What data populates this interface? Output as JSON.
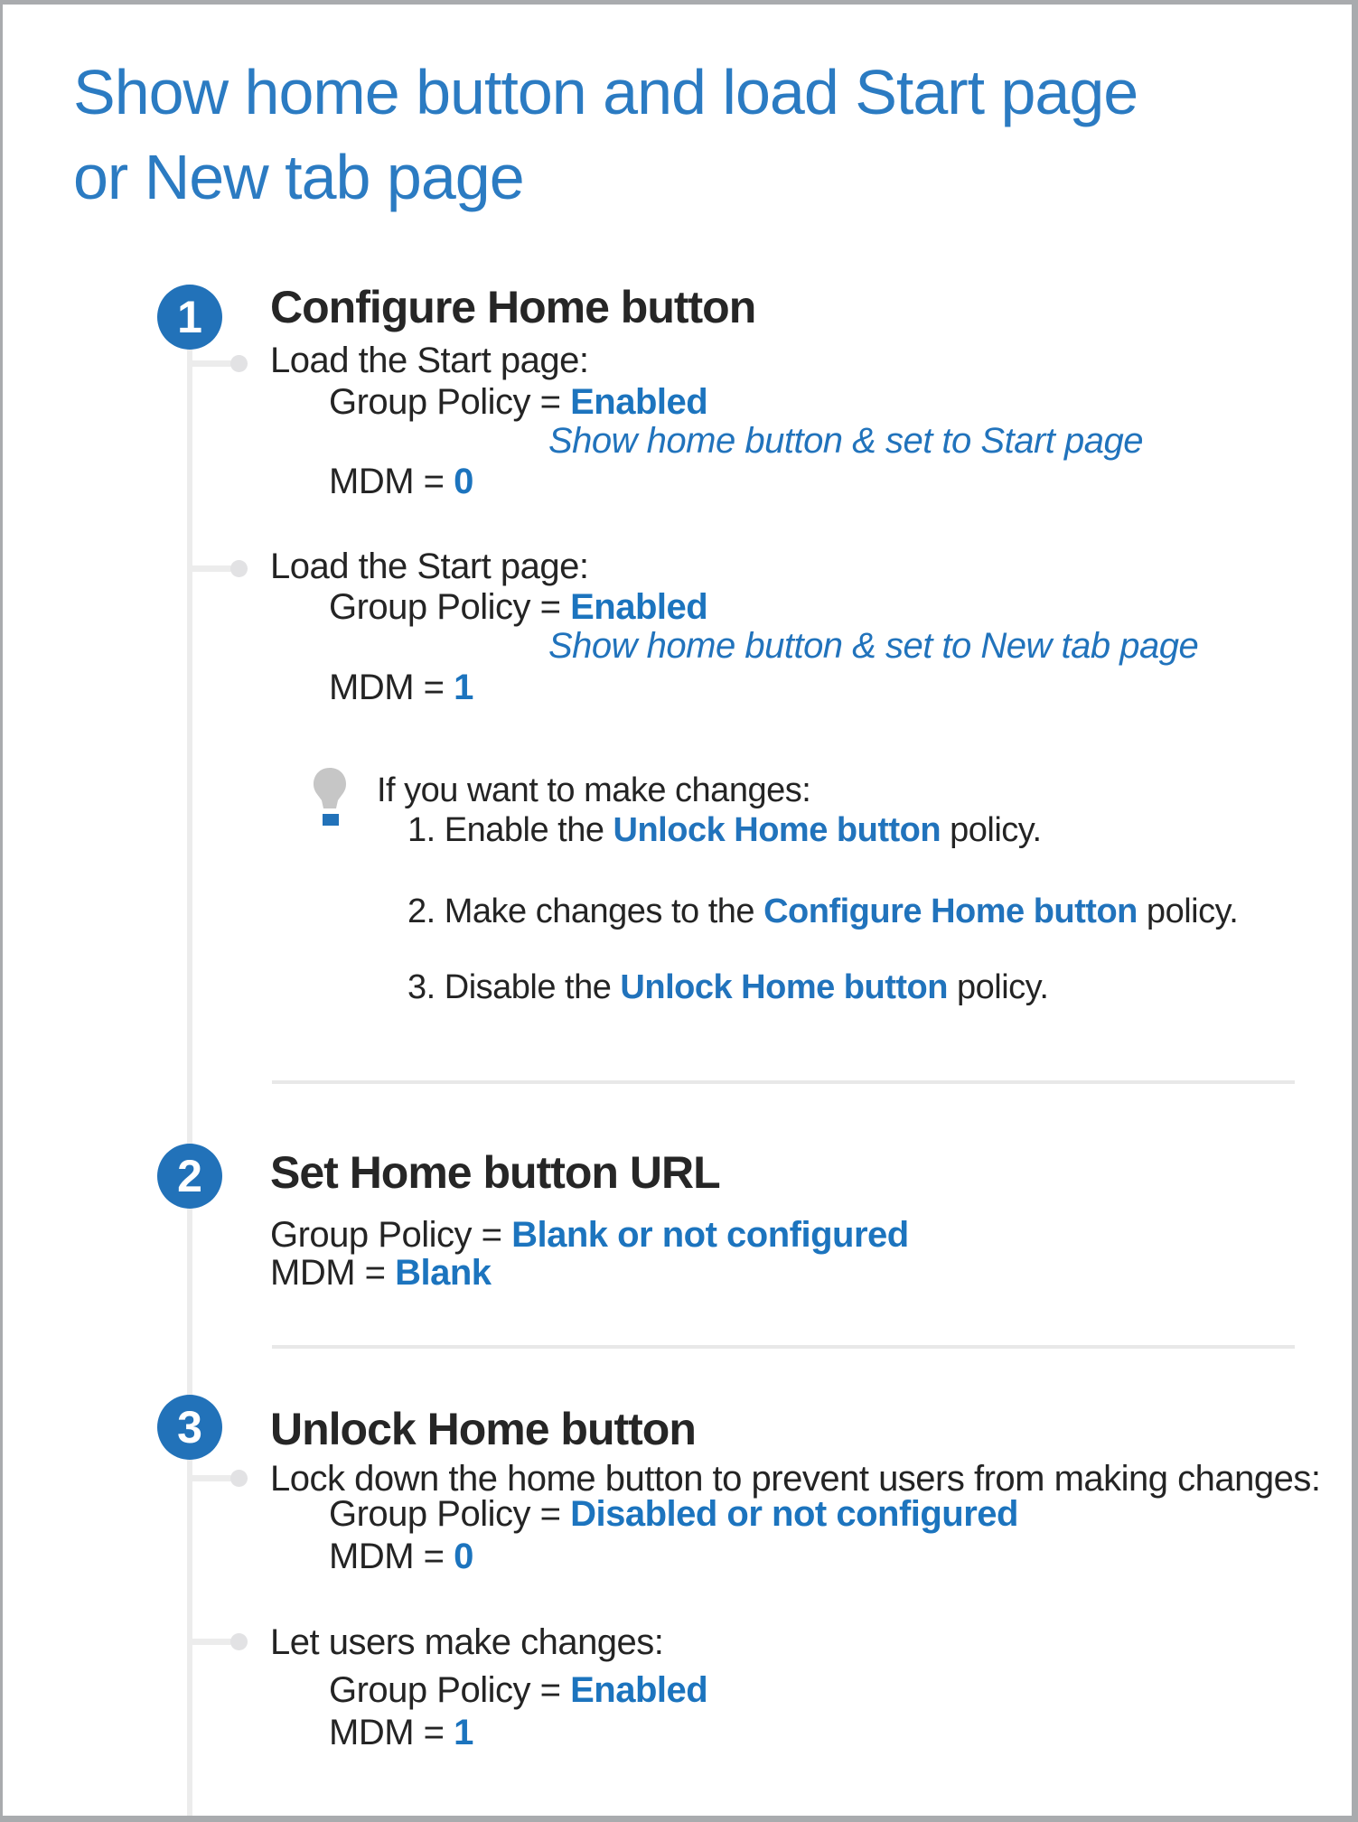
{
  "title": {
    "line1": "Show home button and load Start page",
    "line2": "or New tab page"
  },
  "colors": {
    "accent_blue": "#2272B9",
    "value_blue": "#1C74BE",
    "title_blue": "#2B7BC2",
    "text_dark": "#242424",
    "connector_gray": "#ECECEC",
    "divider_gray": "#E8E8E8",
    "bulb_gray": "#C6C6C6",
    "frame_gray": "#A9ABAE"
  },
  "steps": [
    {
      "number": "1",
      "heading": "Configure Home button",
      "bullets": [
        {
          "label": "Load the Start page:",
          "group_policy_label": "Group Policy = ",
          "group_policy_value": "Enabled",
          "note": "Show home button & set to Start page",
          "mdm_label": "MDM = ",
          "mdm_value": "0"
        },
        {
          "label": "Load the Start page:",
          "group_policy_label": "Group Policy = ",
          "group_policy_value": "Enabled",
          "note": "Show home button & set to New tab page",
          "mdm_label": "MDM = ",
          "mdm_value": "1"
        }
      ],
      "tip": {
        "icon": "lightbulb-icon",
        "intro": "If you want to make changes:",
        "items": [
          {
            "prefix": "1. Enable the ",
            "policy": "Unlock Home button",
            "suffix": " policy."
          },
          {
            "prefix": "2. Make changes to the ",
            "policy": "Configure Home button",
            "suffix": " policy."
          },
          {
            "prefix": "3. Disable the ",
            "policy": "Unlock Home button",
            "suffix": " policy."
          }
        ]
      }
    },
    {
      "number": "2",
      "heading": "Set Home button URL",
      "group_policy_label": "Group Policy = ",
      "group_policy_value": "Blank or not configured",
      "mdm_label": "MDM = ",
      "mdm_value": "Blank"
    },
    {
      "number": "3",
      "heading": "Unlock Home button",
      "bullets": [
        {
          "label": "Lock down the home button to prevent users from making changes:",
          "group_policy_label": "Group Policy = ",
          "group_policy_value": "Disabled or not configured",
          "mdm_label": "MDM = ",
          "mdm_value": "0"
        },
        {
          "label": "Let users make changes:",
          "group_policy_label": "Group Policy = ",
          "group_policy_value": "Enabled",
          "mdm_label": "MDM = ",
          "mdm_value": "1"
        }
      ]
    }
  ]
}
